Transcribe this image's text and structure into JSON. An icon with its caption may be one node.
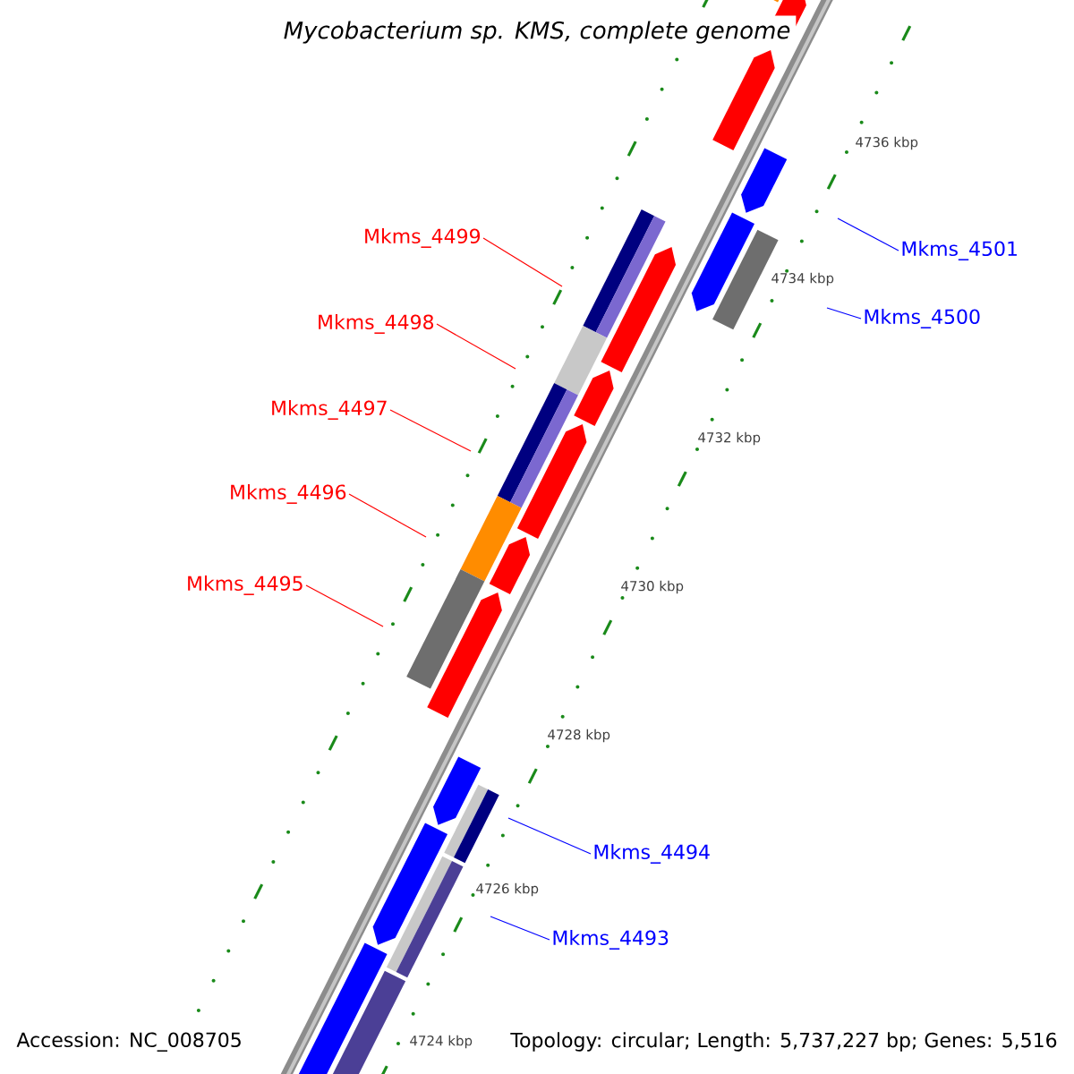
{
  "diagram": {
    "title": "Mycobacterium sp. KMS, complete genome",
    "nodes": [
      {
        "text": [
          "Mkms_4499"
        ]
      },
      {
        "text": [
          "Mkms_4501"
        ]
      },
      {
        "text": [
          "Mkms_4498"
        ]
      },
      {
        "text": [
          "Mkms_4500"
        ]
      },
      {
        "text": [
          "Mkms_4497"
        ]
      },
      {
        "text": [
          "Mkms_4496"
        ]
      },
      {
        "text": [
          "Mkms_4495"
        ]
      },
      {
        "text": [
          "Mkms_4494"
        ]
      },
      {
        "text": [
          "Mkms_4493"
        ]
      }
    ],
    "edges": [
      {
        "from": 0,
        "to": null,
        "arrow": "none"
      },
      {
        "from": 1,
        "to": null,
        "arrow": "none",
        "color": "#0000ff"
      },
      {
        "from": 2,
        "to": null,
        "arrow": "none"
      },
      {
        "from": 3,
        "to": null,
        "arrow": "none",
        "color": "#0000ff"
      },
      {
        "from": 4,
        "to": null,
        "arrow": "none"
      },
      {
        "from": 5,
        "to": null,
        "arrow": "none"
      },
      {
        "from": 6,
        "to": null,
        "arrow": "none"
      },
      {
        "from": 7,
        "to": null,
        "arrow": "none",
        "color": "#0000ff"
      },
      {
        "from": 8,
        "to": null,
        "arrow": "none",
        "color": "#0000ff"
      }
    ],
    "labels": [
      "4736 kbp",
      "4734 kbp",
      "4732 kbp",
      "4730 kbp",
      "4728 kbp",
      "4726 kbp",
      "4724 kbp",
      "Accession: NC_008705",
      "Topology: circular; Length: 5,737,227 bp; Genes: 5,516"
    ]
  }
}
